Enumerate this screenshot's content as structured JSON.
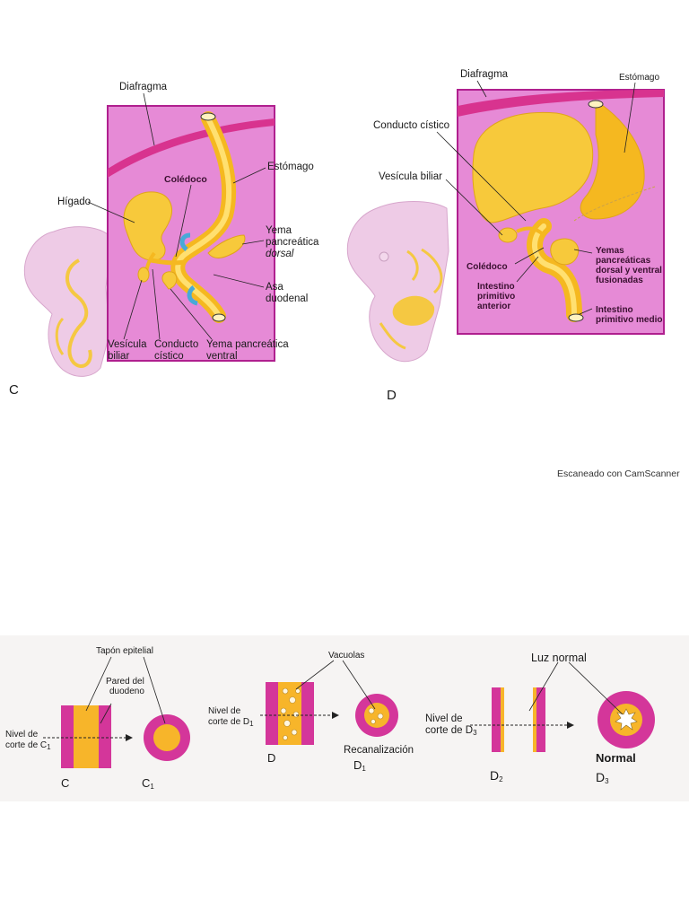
{
  "figure_c": {
    "panel_letter": "C",
    "labels": {
      "diafragma": "Diafragma",
      "estomago": "Estómago",
      "coledoco": "Colédoco",
      "higado": "Hígado",
      "yema_dorsal_1": "Yema",
      "yema_dorsal_2": "pancreática",
      "yema_dorsal_3": "dorsal",
      "asa_1": "Asa",
      "asa_2": "duodenal",
      "vesicula_1": "Vesícula",
      "vesicula_2": "biliar",
      "conducto_1": "Conducto",
      "conducto_2": "cístico",
      "yema_ventral_1": "Yema pancreática",
      "yema_ventral_2": "ventral"
    }
  },
  "figure_d": {
    "panel_letter": "D",
    "labels": {
      "diafragma": "Diafragma",
      "estomago": "Estómago",
      "conducto_cistico": "Conducto cístico",
      "vesicula_biliar": "Vesícula biliar",
      "coledoco": "Colédoco",
      "intestino_1": "Intestino",
      "intestino_2": "primitivo",
      "intestino_3": "anterior",
      "yemas_1": "Yemas",
      "yemas_2": "pancreáticas",
      "yemas_3": "dorsal y ventral",
      "yemas_4": "fusionadas",
      "medio_1": "Intestino",
      "medio_2": "primitivo medio"
    }
  },
  "scanner_watermark": "Escaneado con CamScanner",
  "bottom_figure": {
    "tapon": "Tapón epitelial",
    "pared_1": "Pared del",
    "pared_2": "duodeno",
    "nivel_c_1": "Nivel de",
    "nivel_c_2": "corte de C",
    "sub_1": "1",
    "letter_c": "C",
    "letter_c1": "C",
    "vacuolas": "Vacuolas",
    "nivel_d_1": "Nivel de",
    "nivel_d_2": "corte de D",
    "letter_d": "D",
    "letter_d1": "D",
    "recanalizacion": "Recanalización",
    "luz_normal": "Luz normal",
    "nivel_d3_1": "Nivel de",
    "nivel_d3_2": "corte de D",
    "sub_3": "3",
    "sub_2": "2",
    "letter_d2": "D",
    "letter_d3": "D",
    "normal": "Normal"
  }
}
